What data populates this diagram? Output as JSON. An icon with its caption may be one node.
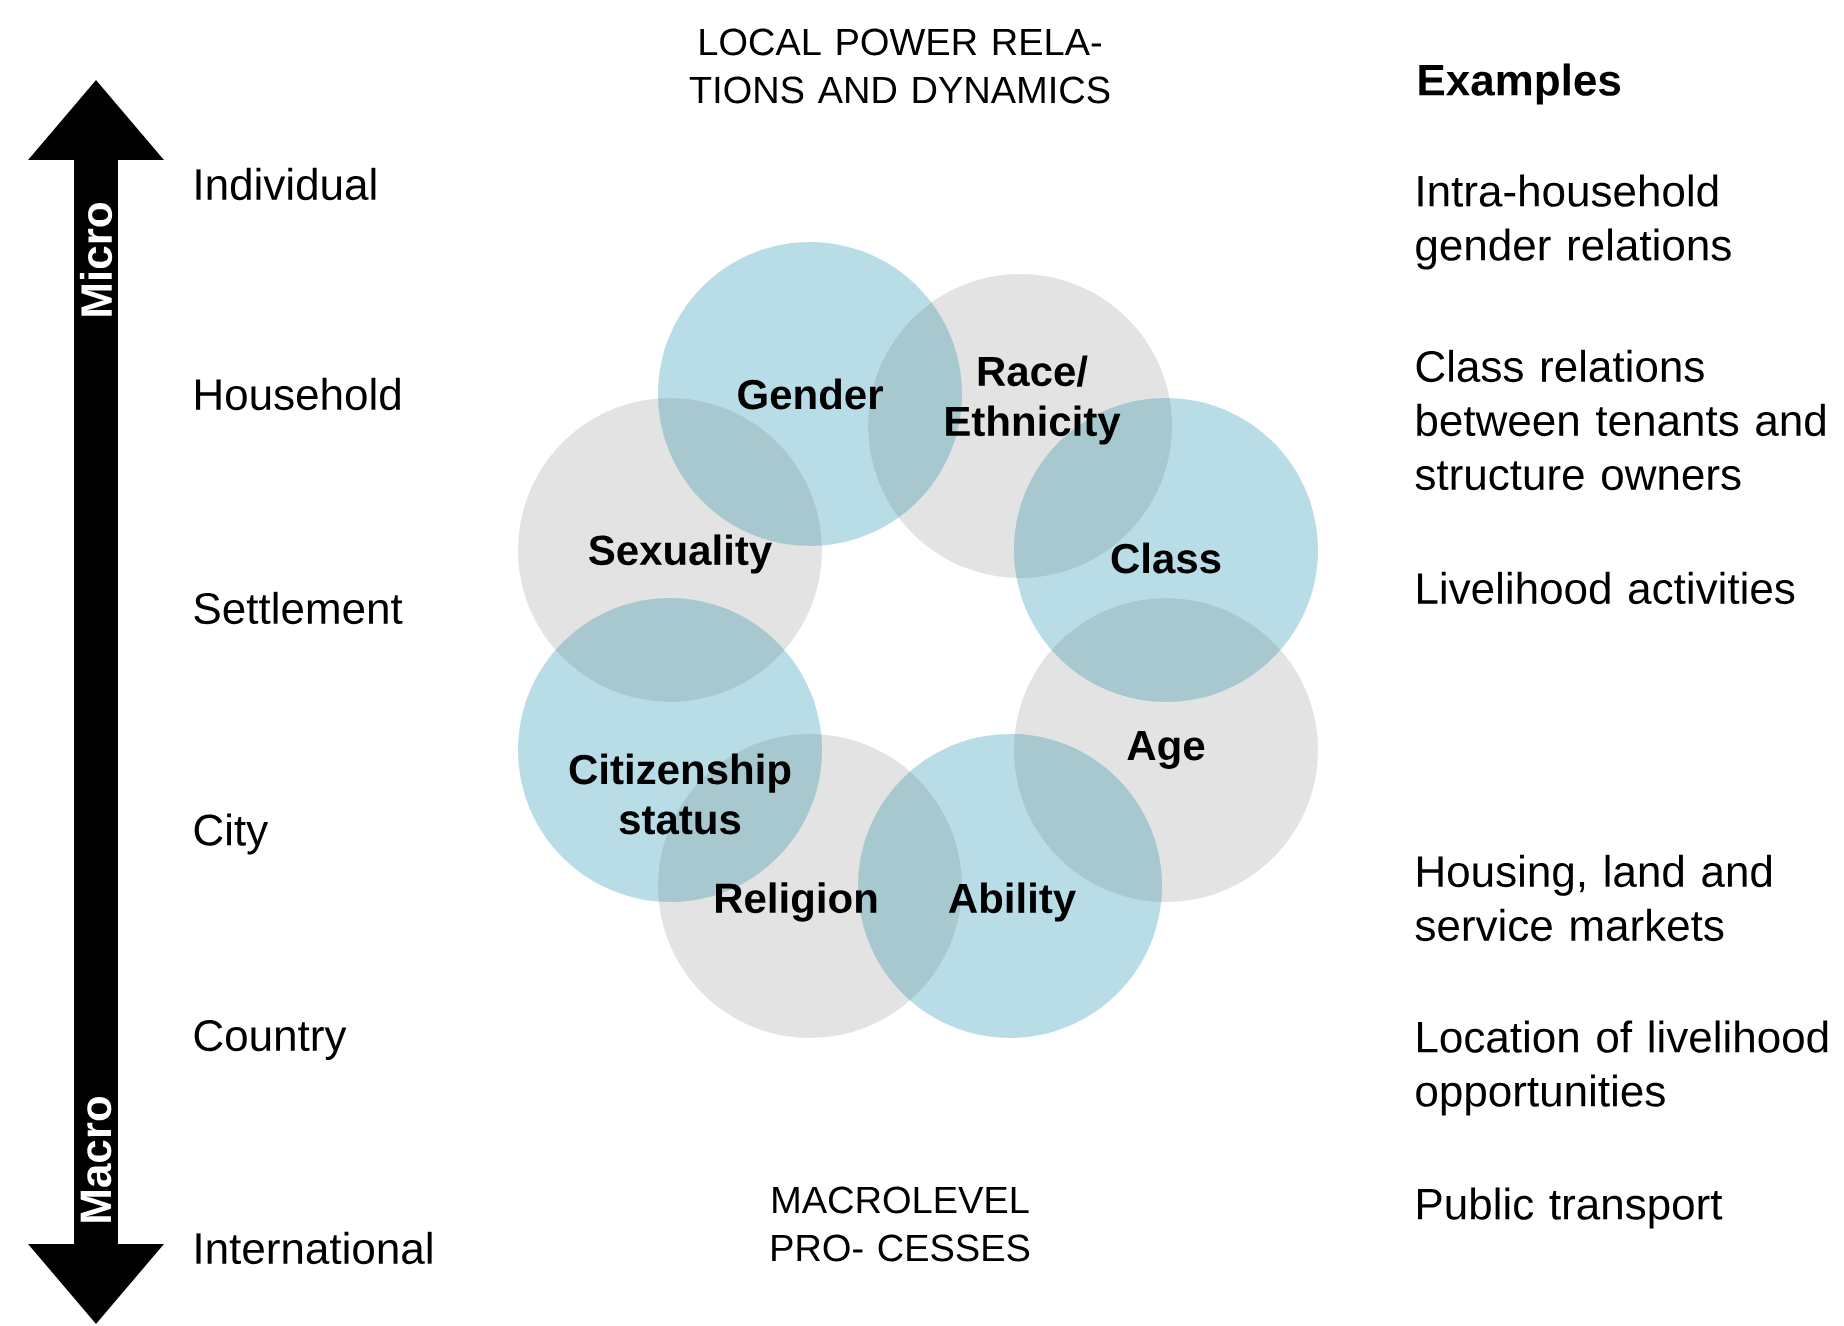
{
  "diagram": {
    "nodes": [
      {
        "text": [
          "Gender"
        ]
      },
      {
        "text": [
          "Race/ Ethnicity"
        ]
      },
      {
        "text": [
          "Class"
        ]
      },
      {
        "text": [
          "Age"
        ]
      },
      {
        "text": [
          "Ability"
        ]
      },
      {
        "text": [
          "Religion"
        ]
      },
      {
        "text": [
          "Citizenship status"
        ]
      },
      {
        "text": [
          "Sexuality"
        ]
      }
    ],
    "edges": [],
    "labels": [
      "LOCAL POWER RELA- TIONS AND DYNAMICS",
      "Examples",
      "Micro",
      "Individual",
      "Intra-household gender relations",
      "Household",
      "Class relations between tenants and structure owners",
      "Settlement",
      "Livelihood activities",
      "City",
      "Housing, land and service markets",
      "Country",
      "Location of livelihood opportunities",
      "Macro",
      "International",
      "MACROLEVEL PRO- CESSES",
      "Public transport"
    ]
  }
}
